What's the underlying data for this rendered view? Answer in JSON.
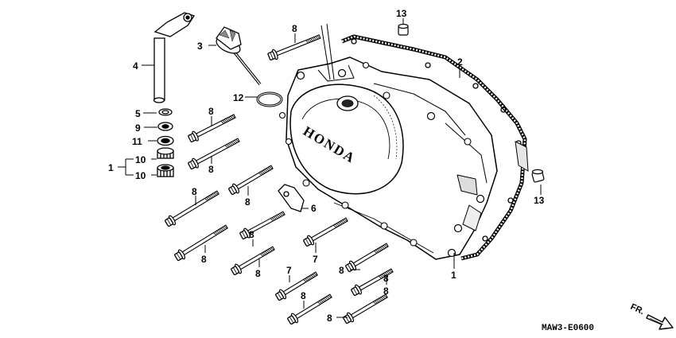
{
  "diagram": {
    "brand_text": "HONDA",
    "code": "MAW3-E0600",
    "front_label": "FR.",
    "callouts": [
      {
        "id": "c13a",
        "text": "13"
      },
      {
        "id": "c3",
        "text": "3"
      },
      {
        "id": "c8top",
        "text": "8"
      },
      {
        "id": "c2",
        "text": "2"
      },
      {
        "id": "c4",
        "text": "4"
      },
      {
        "id": "c12",
        "text": "12"
      },
      {
        "id": "c5",
        "text": "5"
      },
      {
        "id": "c9",
        "text": "9"
      },
      {
        "id": "c11",
        "text": "11"
      },
      {
        "id": "c1a",
        "text": "1"
      },
      {
        "id": "c10a",
        "text": "10"
      },
      {
        "id": "c10b",
        "text": "10"
      },
      {
        "id": "c8a",
        "text": "8"
      },
      {
        "id": "c8b",
        "text": "8"
      },
      {
        "id": "c8c",
        "text": "8"
      },
      {
        "id": "c8d",
        "text": "8"
      },
      {
        "id": "c8e",
        "text": "8"
      },
      {
        "id": "c6",
        "text": "6"
      },
      {
        "id": "c8f",
        "text": "8"
      },
      {
        "id": "c7a",
        "text": "7"
      },
      {
        "id": "c13b",
        "text": "13"
      },
      {
        "id": "c1b",
        "text": "1"
      },
      {
        "id": "c8g",
        "text": "8"
      },
      {
        "id": "c7b",
        "text": "7"
      },
      {
        "id": "c8h",
        "text": "8"
      },
      {
        "id": "c8i",
        "text": "8"
      },
      {
        "id": "c8j",
        "text": "8"
      }
    ]
  }
}
